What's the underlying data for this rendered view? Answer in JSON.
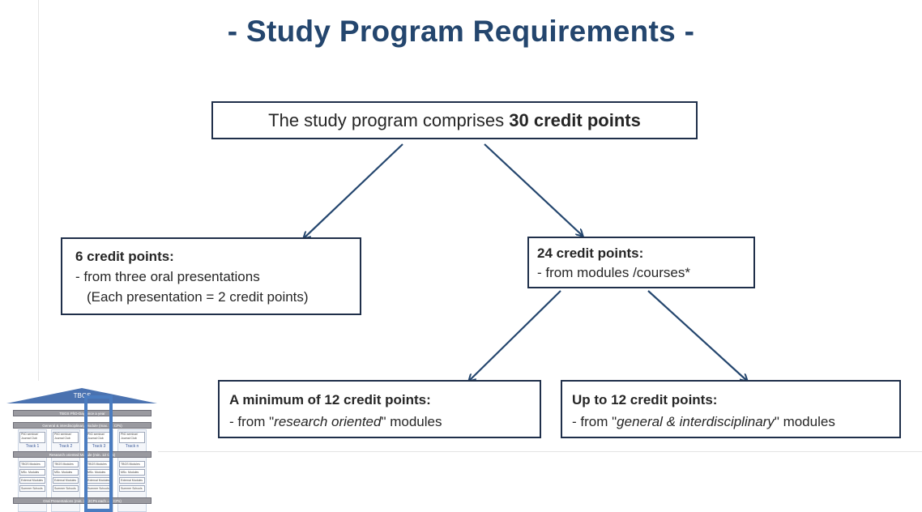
{
  "title": "- Study Program Requirements -",
  "top_box": {
    "text_before": "The study program comprises ",
    "text_bold": "30 credit points"
  },
  "left_box": {
    "heading": "6 credit points:",
    "line1": "- from three oral presentations",
    "line2": "(Each presentation = 2 credit points)"
  },
  "right_box": {
    "heading": "24 credit points:",
    "line1": "- from modules /courses*"
  },
  "bottom_left_box": {
    "heading": "A minimum of 12 credit points:",
    "prefix": "- from \"",
    "italic": "research oriented",
    "suffix": "\" modules"
  },
  "bottom_right_box": {
    "heading": "Up to 12 credit points:",
    "prefix": "- from \"",
    "italic": "general & interdisciplinary",
    "suffix": "\" modules"
  },
  "thumbnail": {
    "roof": "TBGS",
    "band1": "TBGS PhD-Day once a year",
    "band2": "General & interdisciplinary Module (max. 12 CPs)",
    "band3": "Research oriented Module (min. 12 CPs)",
    "band4": "Oral Presentations (min. 3x 2CPs each = 6 CPs)",
    "tracks": [
      "Track 1",
      "Track 2",
      "Track 3",
      "Track n"
    ],
    "seminar": "PhD seminar/ Journal Club",
    "modules": [
      "TBGS Modules",
      "MSc. Modules",
      "External Modules",
      "Summer Schools"
    ]
  },
  "colors": {
    "title": "#24466e",
    "box_border": "#1f2f4a",
    "arrow": "#24466e",
    "thumb_highlight": "#4a7cc0"
  }
}
